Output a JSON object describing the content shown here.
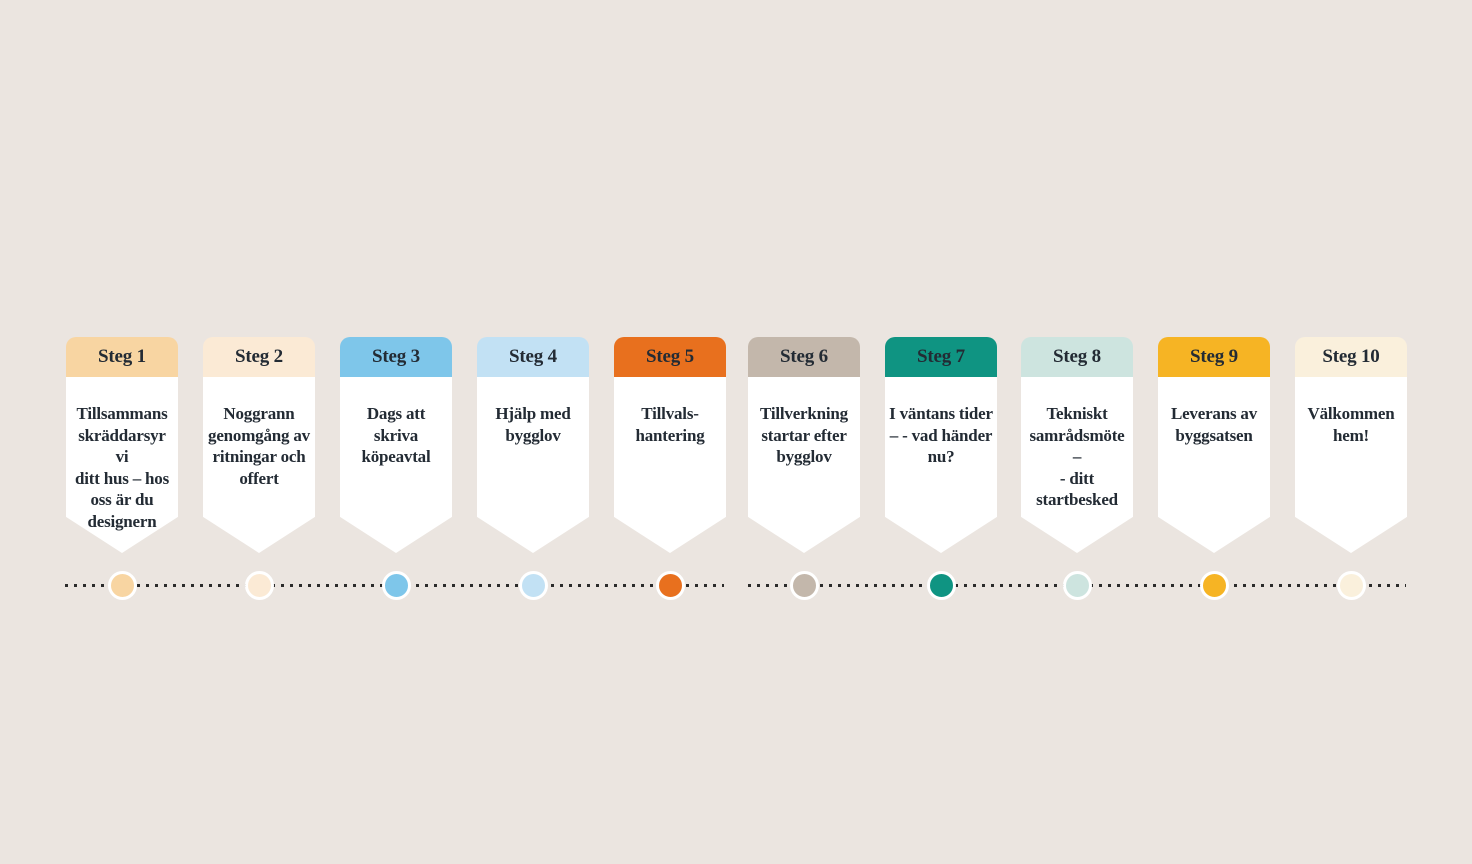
{
  "page": {
    "background": "#EBE5E0",
    "card_background": "#FFFFFF",
    "text_color": "#232B34",
    "timeline_dot_color": "#2B2B2B",
    "timeline_ring_color": "#FFFFFF"
  },
  "steps": [
    {
      "label": "Steg 1",
      "title": "Tillsammans\nskräddarsyr vi\nditt hus – hos\noss är du\ndesignern",
      "color": "#F8D5A2"
    },
    {
      "label": "Steg 2",
      "title": "Noggrann\ngenomgång av\nritningar och\noffert",
      "color": "#FBEAD5"
    },
    {
      "label": "Steg 3",
      "title": "Dags att\nskriva\nköpeavtal",
      "color": "#7EC6EA"
    },
    {
      "label": "Steg 4",
      "title": "Hjälp med\nbygglov",
      "color": "#C2E1F4"
    },
    {
      "label": "Steg 5",
      "title": "Tillvals-\nhantering",
      "color": "#E8701E"
    },
    {
      "label": "Steg 6",
      "title": "Tillverkning\nstartar efter\nbygglov",
      "color": "#C3B7AB"
    },
    {
      "label": "Steg 7",
      "title": "I väntans tider\n– - vad händer\nnu?",
      "color": "#0F9482"
    },
    {
      "label": "Steg 8",
      "title": "Tekniskt\nsamrådsmöte –\n- ditt\nstartbesked",
      "color": "#CDE4DF"
    },
    {
      "label": "Steg 9",
      "title": "Leverans av\nbyggsatsen",
      "color": "#F6B424"
    },
    {
      "label": "Steg 10",
      "title": "Välkommen\nhem!",
      "color": "#FAF0DC"
    }
  ]
}
